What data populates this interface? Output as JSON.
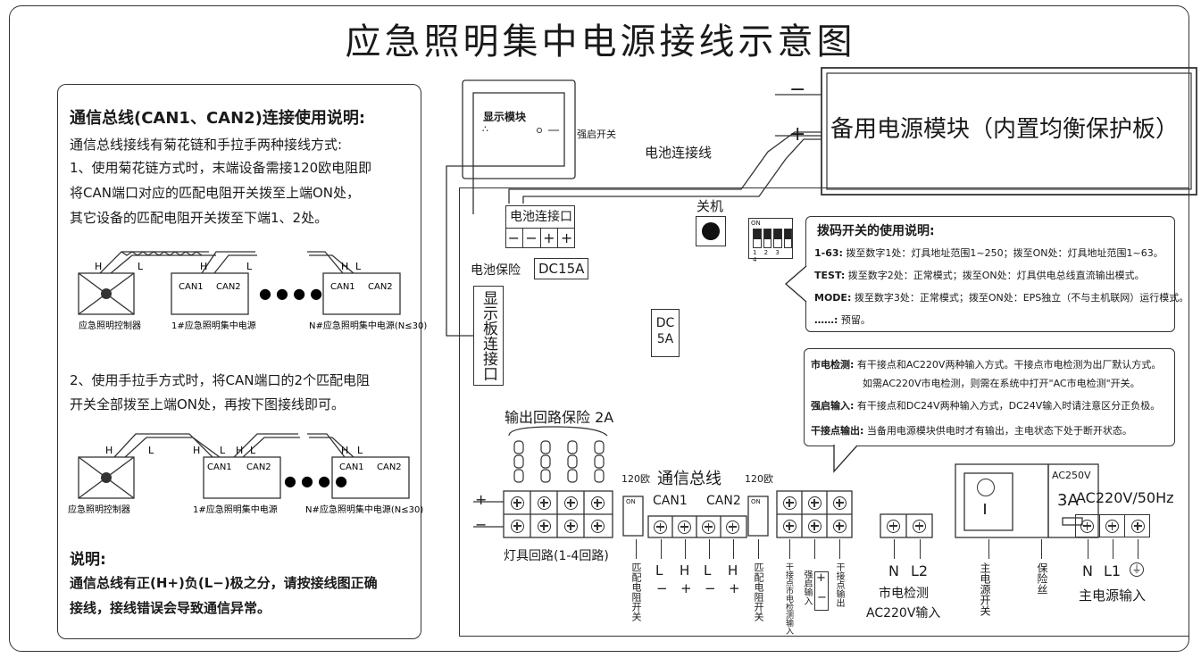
{
  "title": "应急照明集中电源接线示意图",
  "left_panel": {
    "heading": "通信总线(CAN1、CAN2)连接使用说明:",
    "line1": "通信总线接线有菊花链和手拉手两种接线方式:",
    "line2": "1、使用菊花链方式时，末端设备需接120欧电阻即",
    "line3": "将CAN端口对应的匹配电阻开关拨至上端ON处，",
    "line4": "其它设备的匹配电阻开关拨至下端1、2处。",
    "diag1": {
      "controller": "应急照明控制器",
      "unit1": "1#应急照明集中电源",
      "unitN": "N#应急照明集中电源(N≤30)",
      "h": "H",
      "l": "L",
      "can1": "CAN1",
      "can2": "CAN2",
      "dots": "● ● ● ●"
    },
    "line5": "2、使用手拉手方式时，将CAN端口的2个匹配电阻",
    "line6": "开关全部拨至上端ON处，再按下图接线即可。",
    "diag2": {
      "controller": "应急照明控制器",
      "unit1": "1#应急照明集中电源",
      "unitN": "N#应急照明集中电源(N≤30)"
    },
    "note_title": "说明:",
    "note1": "通信总线有正(H+)负(L−)极之分，请按接线图正确",
    "note2": "接线，接线错误会导致通信异常。"
  },
  "display_module": {
    "label": "显示模块",
    "switch_label": "强启开关"
  },
  "battery_cable": "电池连接线",
  "backup_module": "备用电源模块（内置均衡保护板）",
  "minus": "−",
  "plus": "+",
  "battery_port": {
    "label": "电池连接口",
    "pins": [
      "−",
      "−",
      "+",
      "+"
    ]
  },
  "battery_fuse": {
    "label": "电池保险",
    "value": "DC15A"
  },
  "display_port": "显示板连接口",
  "power_off": "关机",
  "dc_fuse": "DC\n5A",
  "dip": {
    "on": "ON",
    "nums": "1 2 3 4"
  },
  "dip_note": {
    "title": "拨码开关的使用说明:",
    "l1k": "1-63:",
    "l1": "拨至数字1处：灯具地址范围1~250；拨至ON处：灯具地址范围1~63。",
    "l2k": "TEST:",
    "l2": "拨至数字2处：正常模式；拨至ON处：灯具供电总线直流输出模式。",
    "l3k": "MODE:",
    "l3": "拨至数字3处：正常模式；拨至ON处：EPS独立（不与主机联网）运行模式。",
    "l4k": "……:",
    "l4": "预留。"
  },
  "mains_note": {
    "l1k": "市电检测:",
    "l1": "有干接点和AC220V两种输入方式。干接点市电检测为出厂默认方式。",
    "l2": "如需AC220V市电检测，则需在系统中打开\"AC市电检测\"开关。",
    "l3k": "强启输入:",
    "l3": "有干接点和DC24V两种输入方式，DC24V输入时请注意区分正负极。",
    "l4k": "干接点输出:",
    "l4": "当备用电源模块供电时才有输出，主电状态下处于断开状态。"
  },
  "output_fuse": "输出回路保险 2A",
  "lamp_loop": "灯具回路(1-4回路)",
  "comm_bus": "通信总线",
  "ohm120": "120欧",
  "can1": "CAN1",
  "can2": "CAN2",
  "bottom_labels": {
    "match_switch": "匹配电阻开关",
    "L": "L",
    "H": "H",
    "dry_mains": "干接点市电检测输入",
    "force_in": "强启输入",
    "dry_out": "干接点输出",
    "N": "N",
    "L2": "L2",
    "mains_detect": "市电检测",
    "ac220_in": "AC220V输入",
    "main_switch": "主电源开关",
    "fuse": "保险丝",
    "L1": "L1",
    "main_input": "主电源输入"
  },
  "ac250": "AC250V",
  "fuse3a": "3A",
  "ac220_50": "AC220V/50Hz"
}
